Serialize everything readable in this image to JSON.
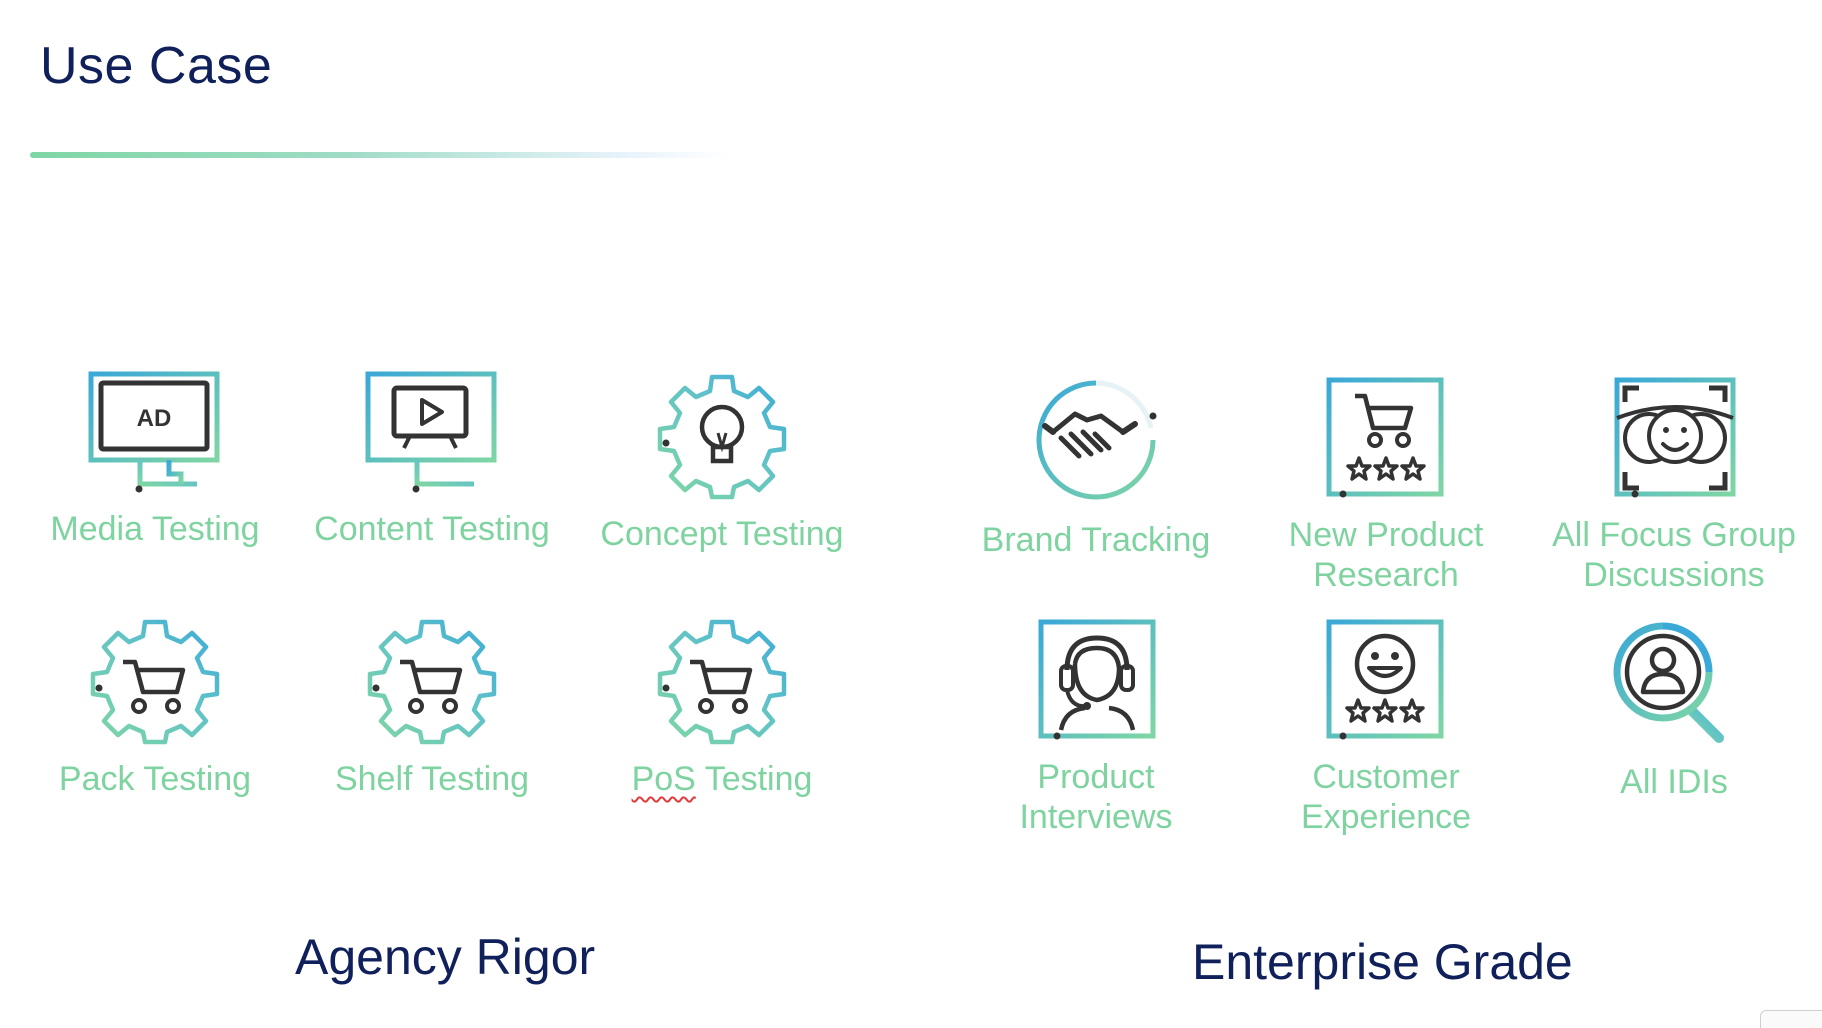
{
  "title": "Use Case",
  "groups": [
    {
      "title": "Agency Rigor"
    },
    {
      "title": "Enterprise Grade"
    }
  ],
  "tiles": [
    {
      "label": "Media Testing",
      "icon": "ad-monitor-icon",
      "icon_text": "AD"
    },
    {
      "label": "Content Testing",
      "icon": "video-monitor-icon"
    },
    {
      "label": "Concept Testing",
      "icon": "gear-lightbulb-icon"
    },
    {
      "label": "Pack Testing",
      "icon": "gear-cart-icon"
    },
    {
      "label": "Shelf Testing",
      "icon": "gear-cart-icon"
    },
    {
      "label": "Testing",
      "label_prefix": "PoS",
      "icon": "gear-cart-icon"
    },
    {
      "label": "Brand Tracking",
      "icon": "handshake-icon"
    },
    {
      "label": "New Product\nResearch",
      "icon": "cart-rating-icon"
    },
    {
      "label": "All Focus Group\nDiscussions",
      "icon": "focus-group-icon"
    },
    {
      "label": "Product\nInterviews",
      "icon": "headset-person-icon"
    },
    {
      "label": "Customer\nExperience",
      "icon": "smiley-rating-icon"
    },
    {
      "label": "All IDIs",
      "icon": "user-search-icon"
    }
  ],
  "colors": {
    "title": "#10205a",
    "label": "#7fd3a0",
    "icon_stroke": "#333333",
    "frame_gradient_start": "#3aa8d8",
    "frame_gradient_end": "#7fd6a4"
  }
}
